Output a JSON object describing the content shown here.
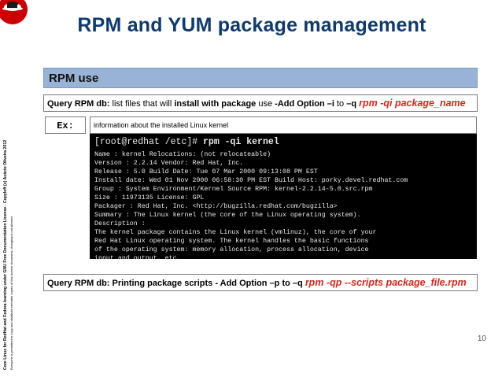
{
  "header": {
    "title": "RPM and YUM package management"
  },
  "sidebar": {
    "line1": "Core Linux for RedHat and Fedora learning under GNU Free Documentation License - Copyleft (c) Acácio Oliveira 2012",
    "line2": "Everyone is permitted to copy and distribute verbatim copies of this license document, changing is not allowed"
  },
  "section": {
    "label": "RPM use"
  },
  "query1": {
    "lead": "Query RPM db:",
    "text1": " list files that will ",
    "bold1": "install with package",
    "text2": " use ",
    "bold2": "-Add Option –i",
    "text3": " to ",
    "bold3": "–q",
    "command": "rpm -qi package_name"
  },
  "example": {
    "label": "Ex:",
    "description": "information about the installed Linux kernel",
    "prompt": "[root@redhat /etc]# ",
    "command": "rpm -qi kernel",
    "output": [
      "Name : kernel Relocations: (not relocateable)",
      "Version : 2.2.14 Vendor: Red Hat, Inc.",
      "Release : 5.0 Build Date: Tue 07 Mar 2000 09:13:08 PM EST",
      "Install date: Wed 01 Nov 2000 06:58:30 PM EST Build Host: porky.devel.redhat.com",
      "Group : System Environment/Kernel Source RPM: kernel-2.2.14-5.0.src.rpm",
      "Size : 11973135 License: GPL",
      "Packager : Red Hat, Inc. <http://bugzilla.redhat.com/bugzilla>",
      "Summary : The Linux kernel (the core of the Linux operating system).",
      "Description :",
      "The kernel package contains the Linux kernel (vmlinuz), the core of your",
      "Red Hat Linux operating system. The kernel handles the basic functions",
      "of the operating system: memory allocation, process allocation, device",
      "input and output, etc."
    ]
  },
  "query2": {
    "lead": "Query RPM db: Printing package scripts - Add Option ",
    "bold1": "–p",
    "text1": " to ",
    "bold2": "–q",
    "command": "rpm -qp --scripts package_file.rpm"
  },
  "footer": {
    "page_number": "10"
  },
  "colors": {
    "title": "#0f3a6e",
    "section_bar": "#98b3d6",
    "command_red": "#d9261c",
    "terminal_bg": "#000000"
  },
  "icons": {
    "logo": "redhat-shadowman-logo"
  }
}
